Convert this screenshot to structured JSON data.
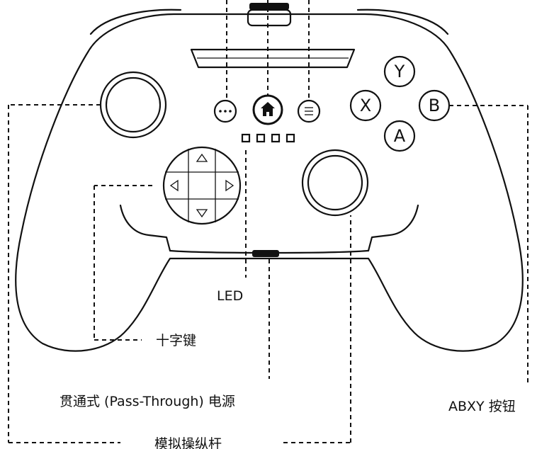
{
  "labels": {
    "led": "LED",
    "dpad": "十字键",
    "power": "贯通式 (Pass-Through) 电源",
    "abxy": "ABXY 按钮",
    "sticks": "模拟操纵杆"
  },
  "face_buttons": {
    "y": "Y",
    "x": "X",
    "b": "B",
    "a": "A"
  },
  "led_count": 4
}
